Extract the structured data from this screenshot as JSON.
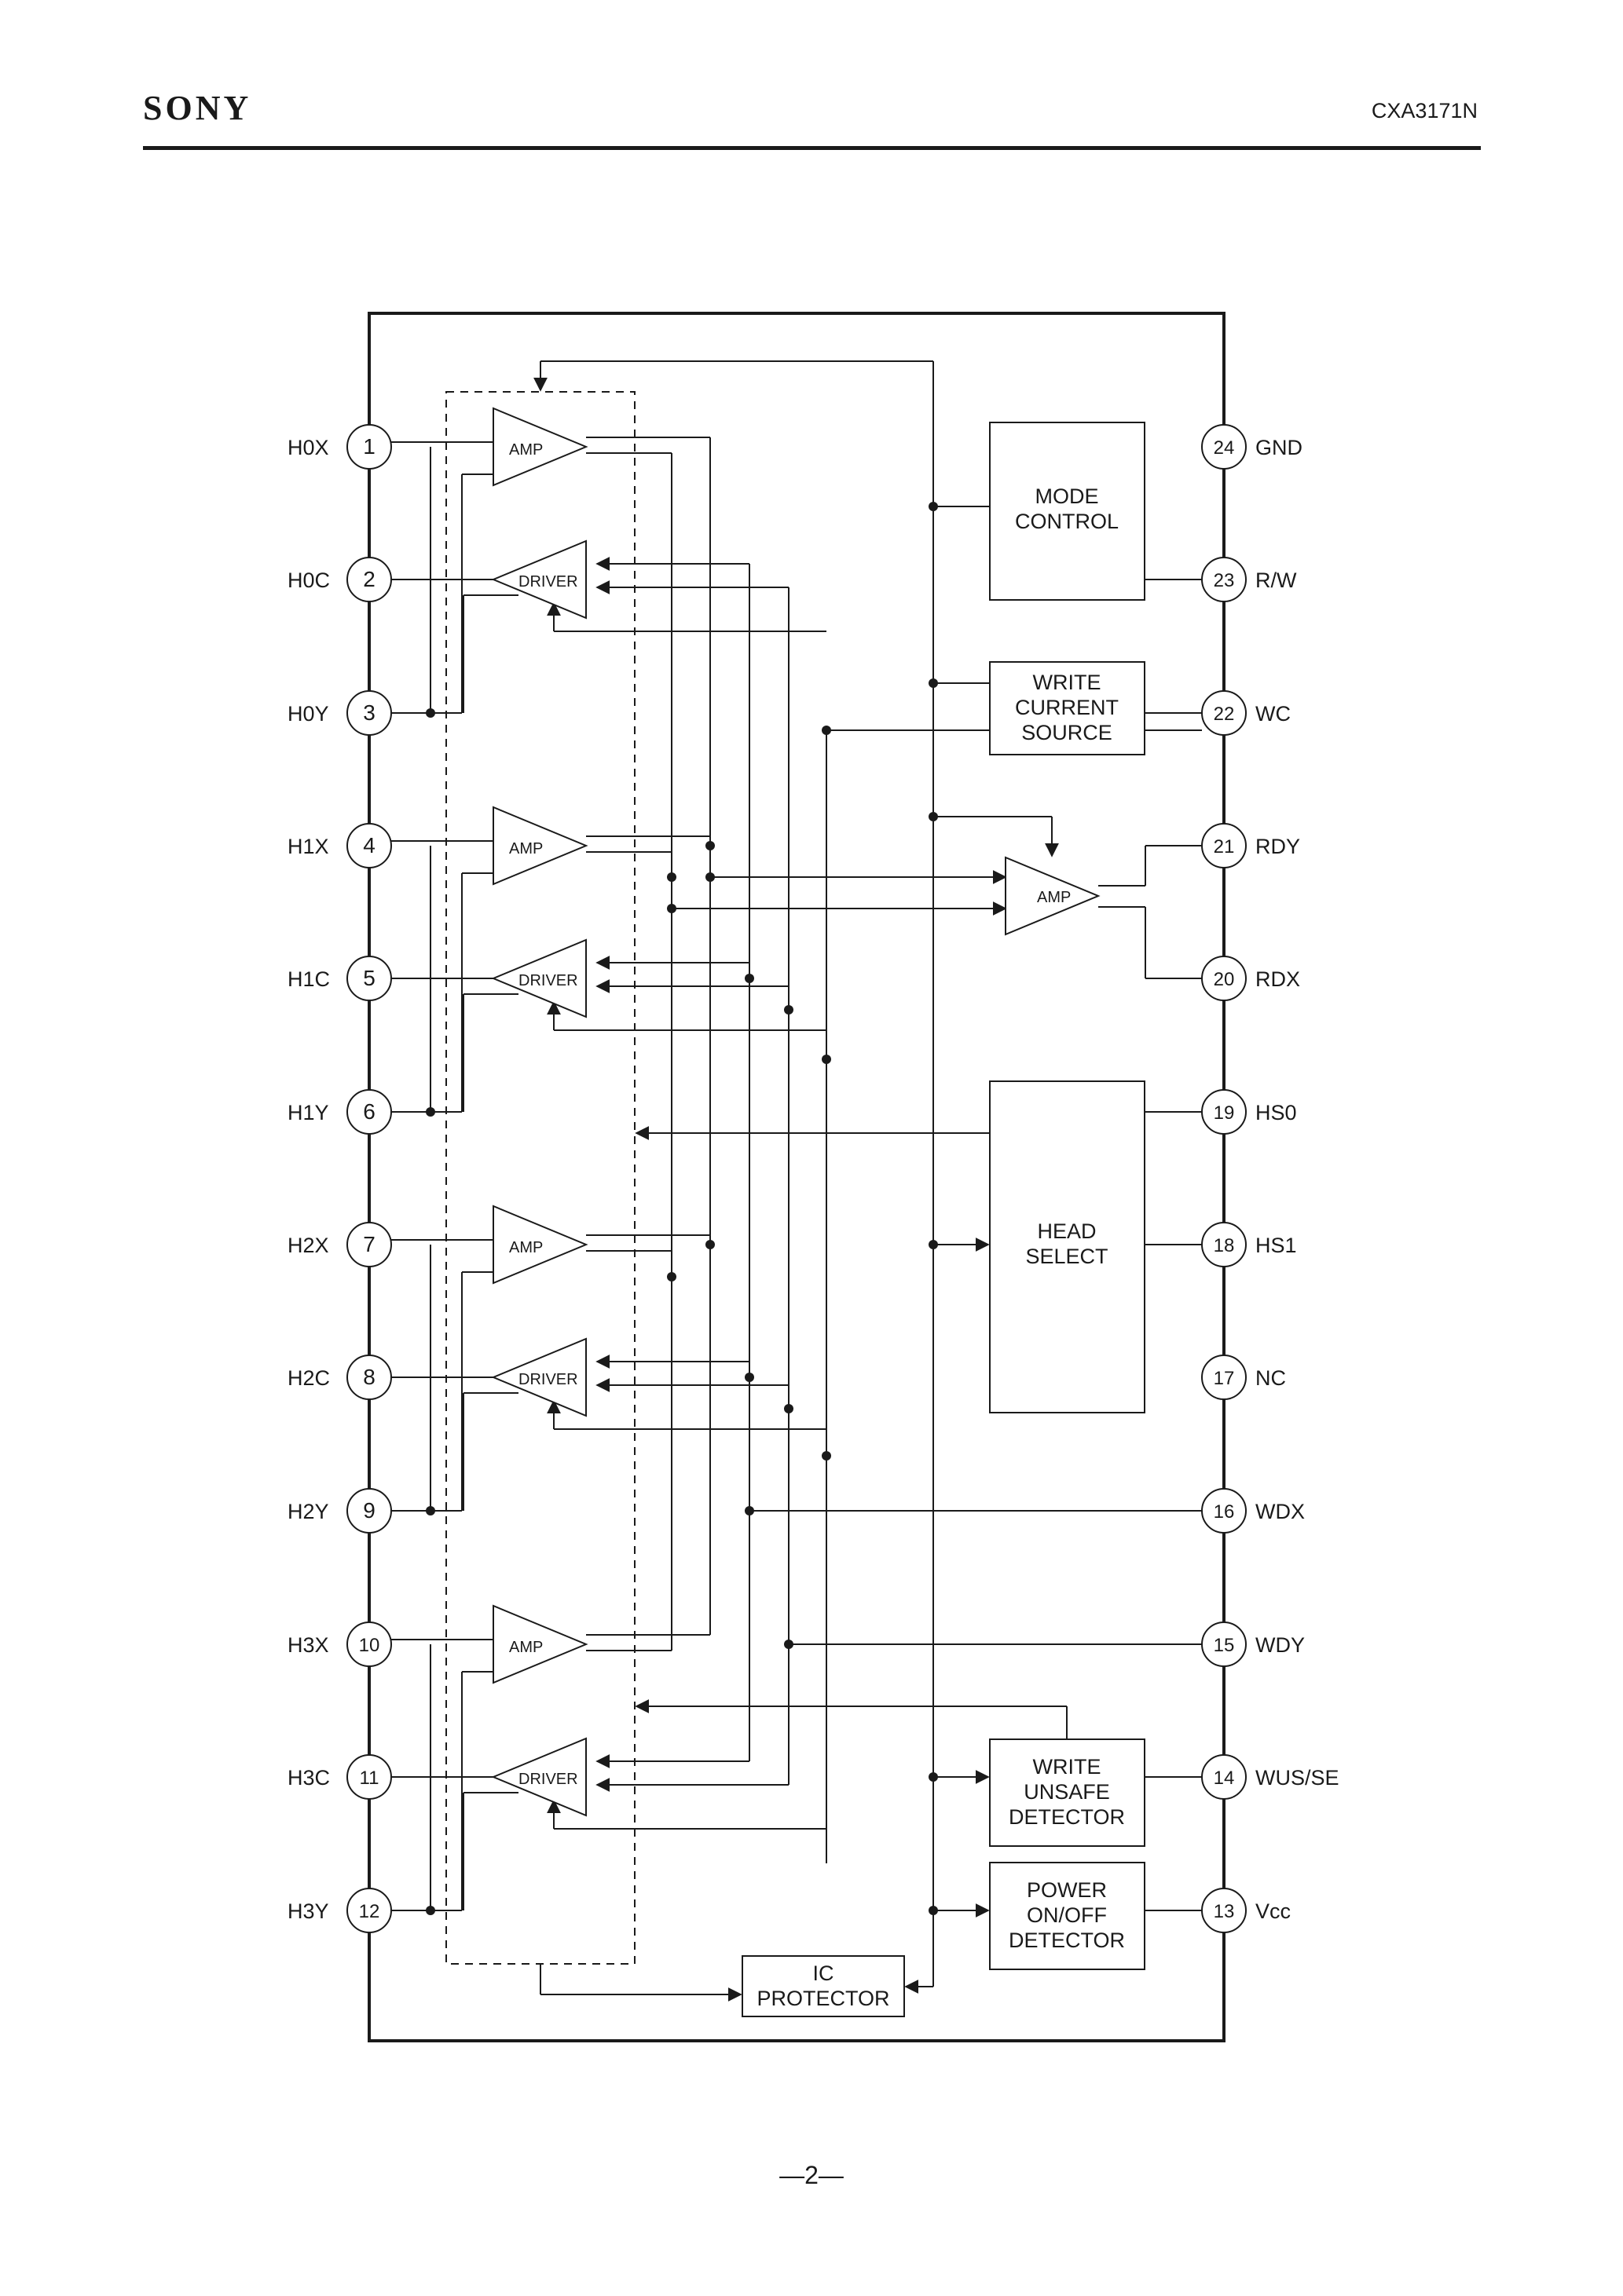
{
  "header": {
    "brand": "SONY",
    "part_number": "CXA3171N"
  },
  "footer": {
    "page": "—2—"
  },
  "pins_left": [
    {
      "num": "1",
      "name": "H0X"
    },
    {
      "num": "2",
      "name": "H0C"
    },
    {
      "num": "3",
      "name": "H0Y"
    },
    {
      "num": "4",
      "name": "H1X"
    },
    {
      "num": "5",
      "name": "H1C"
    },
    {
      "num": "6",
      "name": "H1Y"
    },
    {
      "num": "7",
      "name": "H2X"
    },
    {
      "num": "8",
      "name": "H2C"
    },
    {
      "num": "9",
      "name": "H2Y"
    },
    {
      "num": "10",
      "name": "H3X"
    },
    {
      "num": "11",
      "name": "H3C"
    },
    {
      "num": "12",
      "name": "H3Y"
    }
  ],
  "pins_right": [
    {
      "num": "24",
      "name": "GND"
    },
    {
      "num": "23",
      "name": "R/W"
    },
    {
      "num": "22",
      "name": "WC"
    },
    {
      "num": "21",
      "name": "RDY"
    },
    {
      "num": "20",
      "name": "RDX"
    },
    {
      "num": "19",
      "name": "HS0"
    },
    {
      "num": "18",
      "name": "HS1"
    },
    {
      "num": "17",
      "name": "NC"
    },
    {
      "num": "16",
      "name": "WDX"
    },
    {
      "num": "15",
      "name": "WDY"
    },
    {
      "num": "14",
      "name": "WUS/SE"
    },
    {
      "num": "13",
      "name": "Vcc"
    }
  ],
  "blocks": {
    "mode_control": [
      "MODE",
      "CONTROL"
    ],
    "write_current_source": [
      "WRITE",
      "CURRENT",
      "SOURCE"
    ],
    "head_select": [
      "HEAD",
      "SELECT"
    ],
    "write_unsafe_detector": [
      "WRITE",
      "UNSAFE",
      "DETECTOR"
    ],
    "power_detector": [
      "POWER",
      "ON/OFF",
      "DETECTOR"
    ],
    "ic_protector": [
      "IC",
      "PROTECTOR"
    ]
  },
  "amp_label": "AMP",
  "driver_label": "DRIVER",
  "read_amp_label": "AMP"
}
